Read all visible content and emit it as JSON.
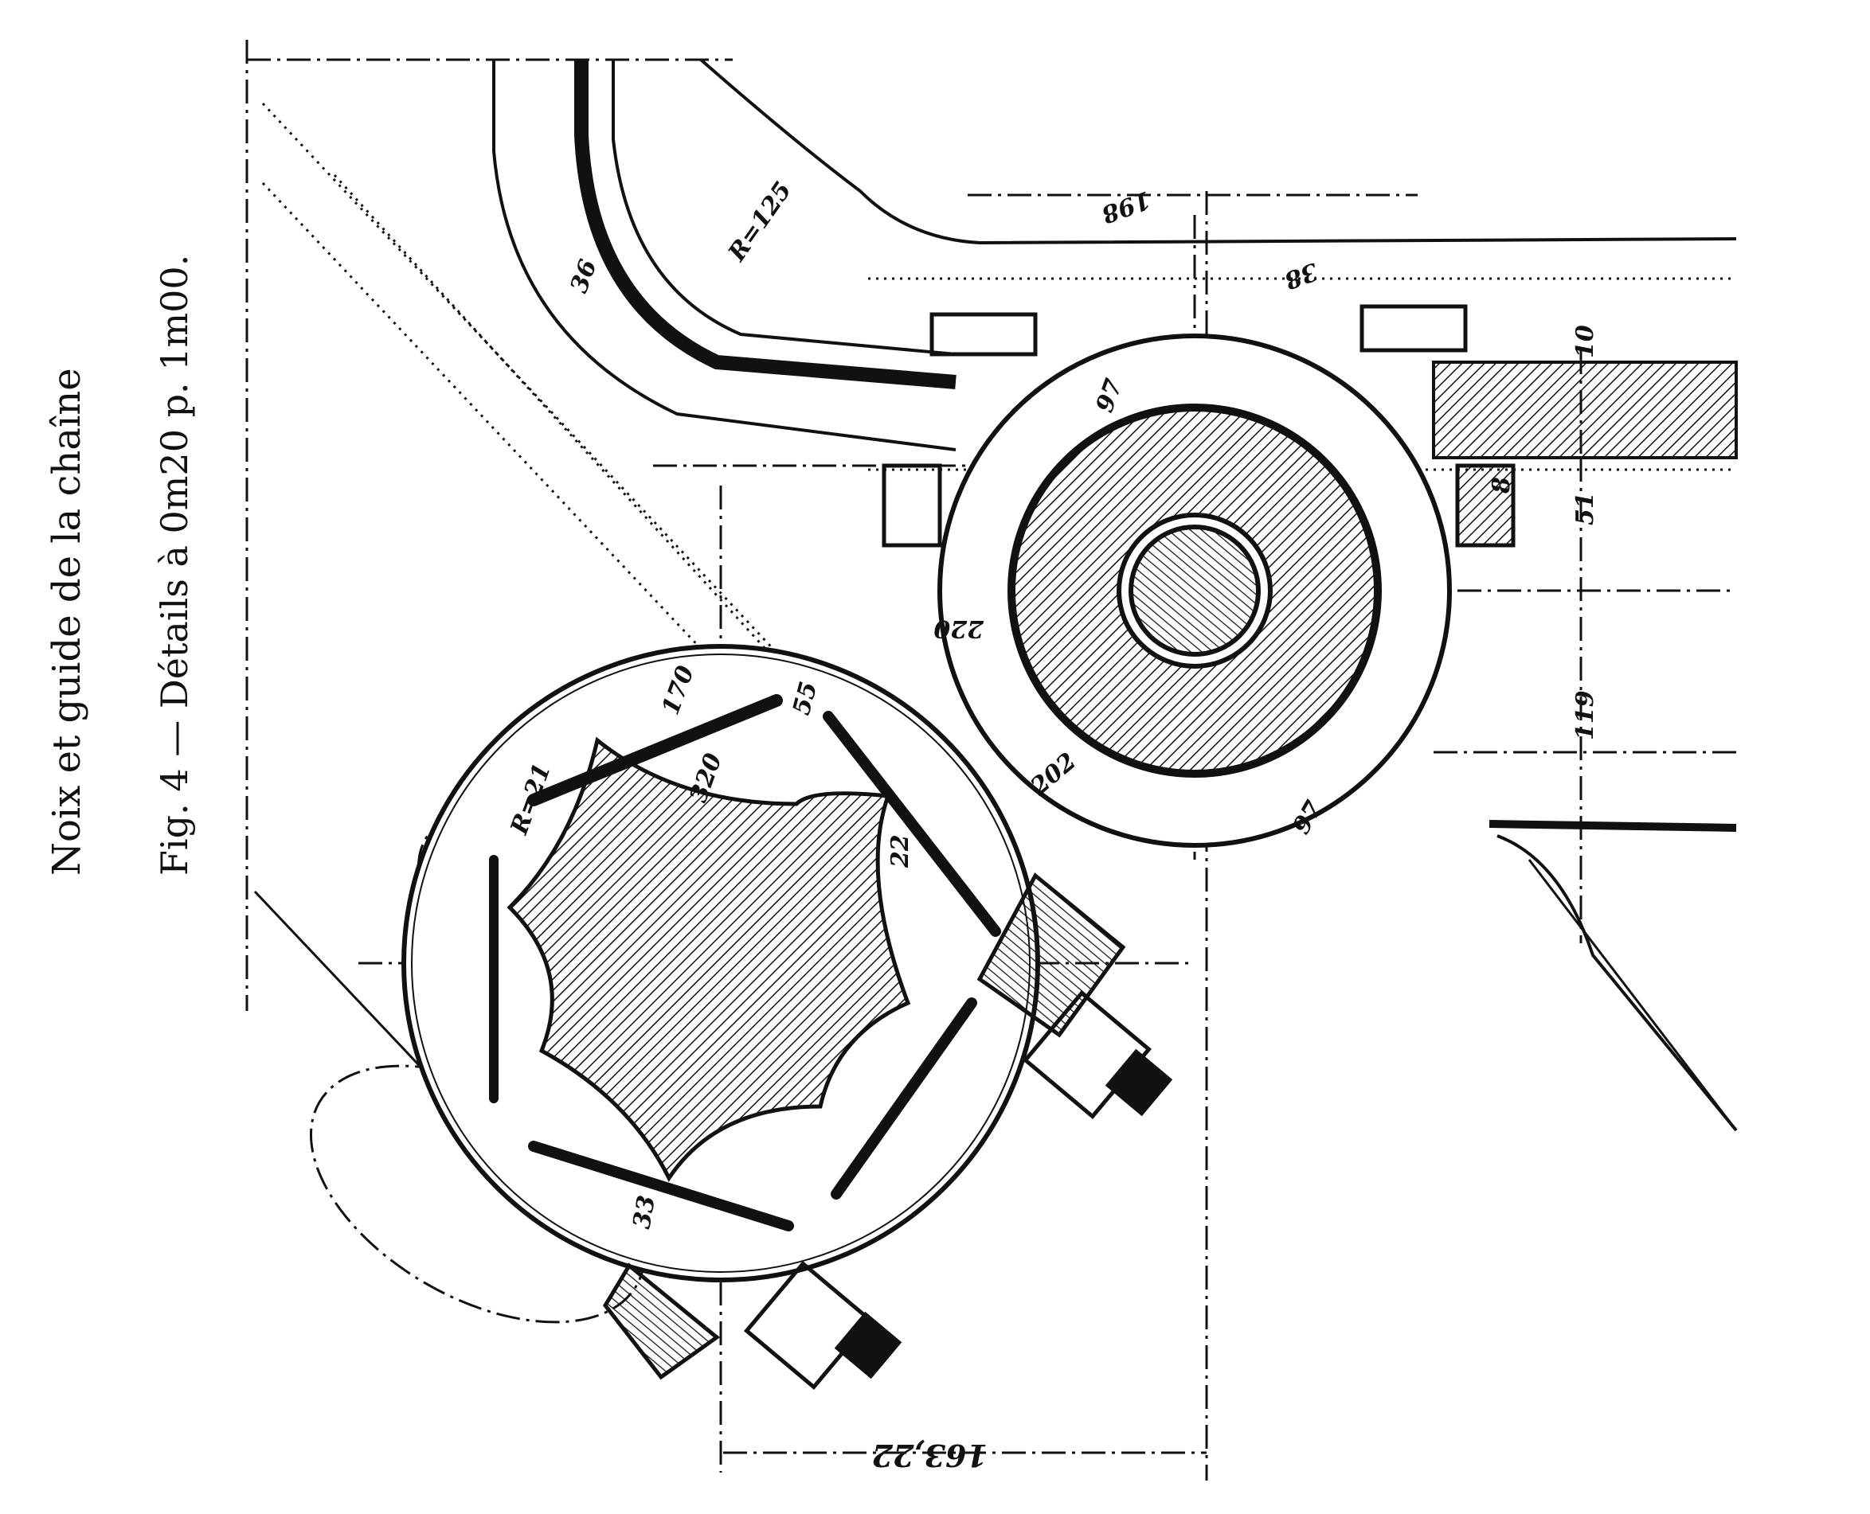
{
  "figure": {
    "caption": "Noix et guide de la chaîne",
    "subtitle": "Fig. 4 — Détails à 0m20 p. 1m00."
  },
  "dimensions": {
    "bottom_width": "163,22",
    "vertical_119": "119",
    "vertical_51": "51",
    "top_198": "198",
    "radius_125": "R=125",
    "d_36": "36",
    "d_38": "38",
    "d_10": "10",
    "d_97_upper": "97",
    "d_97_lower": "97",
    "d_202": "202",
    "d_220": "220",
    "d_170": "170",
    "d_55": "55",
    "d_33": "33",
    "d_R21": "R=21",
    "d_hub": "320",
    "d_22": "22",
    "d_8": "8"
  },
  "colors": {
    "ink": "#111111",
    "paper": "#ffffff"
  }
}
